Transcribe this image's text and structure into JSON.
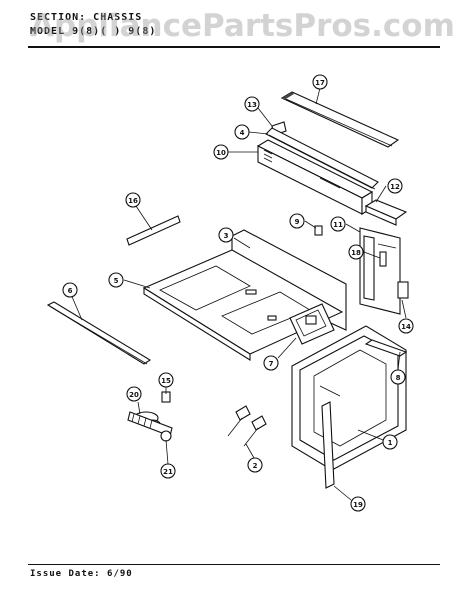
{
  "header": {
    "section_label": "SECTION: CHASSIS",
    "model_label": "MODEL 9(8)( ) 9(8)"
  },
  "watermark": "AppliancePartsPros.com",
  "footer": {
    "issue_date": "Issue Date: 6/90"
  },
  "callouts": [
    {
      "id": "callout-17",
      "label": "17"
    },
    {
      "id": "callout-13",
      "label": "13"
    },
    {
      "id": "callout-4",
      "label": "4"
    },
    {
      "id": "callout-10",
      "label": "10"
    },
    {
      "id": "callout-12",
      "label": "12"
    },
    {
      "id": "callout-16",
      "label": "16"
    },
    {
      "id": "callout-9",
      "label": "9"
    },
    {
      "id": "callout-11",
      "label": "11"
    },
    {
      "id": "callout-3",
      "label": "3"
    },
    {
      "id": "callout-18",
      "label": "18"
    },
    {
      "id": "callout-5",
      "label": "5"
    },
    {
      "id": "callout-6",
      "label": "6"
    },
    {
      "id": "callout-14",
      "label": "14"
    },
    {
      "id": "callout-7",
      "label": "7"
    },
    {
      "id": "callout-8",
      "label": "8"
    },
    {
      "id": "callout-15",
      "label": "15"
    },
    {
      "id": "callout-20",
      "label": "20"
    },
    {
      "id": "callout-1",
      "label": "1"
    },
    {
      "id": "callout-2",
      "label": "2"
    },
    {
      "id": "callout-21",
      "label": "21"
    },
    {
      "id": "callout-19",
      "label": "19"
    }
  ]
}
